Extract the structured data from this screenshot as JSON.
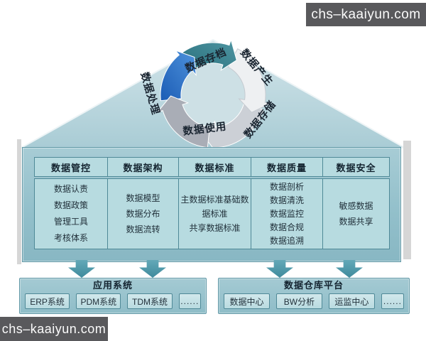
{
  "watermarks": {
    "top": "chs–kaaiyun.com",
    "bottom": "chs–kaaiyun.com"
  },
  "cycle": {
    "arrows": [
      {
        "label": "数据存档",
        "color": "#2e7b86"
      },
      {
        "label": "数据产生",
        "color": "#eef0f2"
      },
      {
        "label": "数据存储",
        "color": "#ccd0d6"
      },
      {
        "label": "数据使用",
        "color": "#a9adb6"
      },
      {
        "label": "数据处理",
        "color": "#2268c2"
      }
    ]
  },
  "table": {
    "columns": [
      {
        "header": "数据管控",
        "items": [
          "数据认责",
          "数据政策",
          "管理工具",
          "考核体系"
        ]
      },
      {
        "header": "数据架构",
        "items": [
          "数据模型",
          "数据分布",
          "数据流转"
        ]
      },
      {
        "header": "数据标准",
        "items": [
          "主数据标准基础数据标准",
          "共享数据标准"
        ]
      },
      {
        "header": "数据质量",
        "items": [
          "数据剖析",
          "数据清洗",
          "数据监控",
          "数据合规",
          "数据追溯"
        ]
      },
      {
        "header": "数据安全",
        "items": [
          "敏感数据",
          "数据共享"
        ]
      }
    ]
  },
  "bottom": {
    "left": {
      "title": "应用系统",
      "items": [
        "ERP系统",
        "PDM系统",
        "TDM系统",
        "......"
      ]
    },
    "right": {
      "title": "数据仓库平台",
      "items": [
        "数据中心",
        "BW分析",
        "运监中心",
        "......"
      ]
    }
  },
  "colors": {
    "pyramid": "#b7d4dc",
    "panel": "#9cc5cf",
    "cell": "#b7dbe0",
    "down_arrow": "#4a97a8",
    "watermark_bg": "#59595c"
  }
}
